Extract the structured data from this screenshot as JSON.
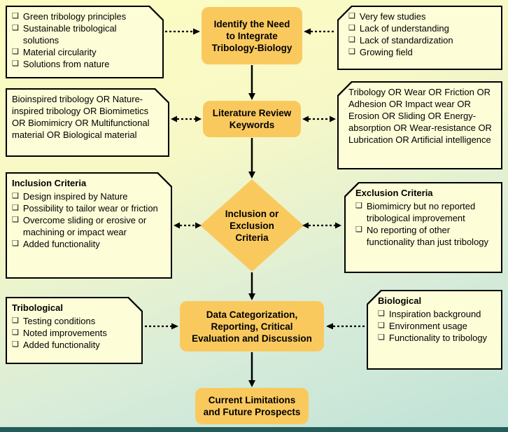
{
  "icons": {
    "bullet": "❑"
  },
  "colors": {
    "accent": "#fac95e",
    "callout_bg": "#fdfdd8",
    "bg_top": "#fdfdc2",
    "bg_bottom": "#bfe2d8",
    "border": "#000000",
    "bottom_strip": "#235d5a"
  },
  "flow": {
    "step1": "Identify the Need to Integrate Tribology-Biology",
    "step2": "Literature Review Keywords",
    "step3": "Inclusion or Exclusion Criteria",
    "step4": "Data Categorization, Reporting, Critical Evaluation and Discussion",
    "step5": "Current Limitations and Future Prospects"
  },
  "side_boxes": {
    "drivers": {
      "items": [
        "Green tribology principles",
        "Sustainable tribological solutions",
        "Material circularity",
        "Solutions from nature"
      ]
    },
    "gaps": {
      "items": [
        "Very few studies",
        "Lack of understanding",
        "Lack of standardization",
        "Growing field"
      ]
    },
    "keywords_bio": {
      "text": "Bioinspired tribology OR Nature-inspired tribology OR Biomimetics OR Biomimicry OR Multifunctional material OR Biological material"
    },
    "keywords_tribo": {
      "text": "Tribology OR Wear OR Friction OR Adhesion OR Impact wear OR Erosion OR Sliding OR Energy-absorption OR Wear-resistance OR Lubrication OR Artificial intelligence"
    },
    "inclusion": {
      "title": "Inclusion Criteria",
      "items": [
        "Design inspired by Nature",
        "Possibility to tailor wear or friction",
        "Overcome sliding or erosive or machining or impact wear",
        "Added functionality"
      ]
    },
    "exclusion": {
      "title": "Exclusion Criteria",
      "items": [
        "Biomimicry but no reported tribological improvement",
        "No reporting of other functionality than just tribology"
      ]
    },
    "tribological": {
      "title": "Tribological",
      "items": [
        "Testing conditions",
        "Noted improvements",
        "Added functionality"
      ]
    },
    "biological": {
      "title": "Biological",
      "items": [
        "Inspiration background",
        "Environment usage",
        "Functionality to tribology"
      ]
    }
  }
}
